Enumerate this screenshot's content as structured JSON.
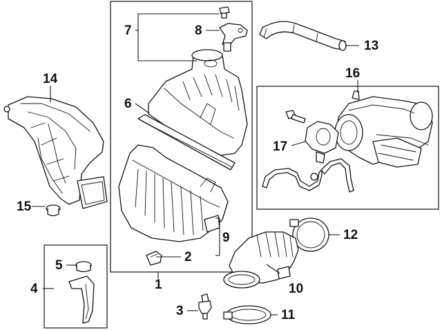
{
  "callouts": {
    "c1": "1",
    "c2": "2",
    "c3": "3",
    "c4": "4",
    "c5": "5",
    "c6": "6",
    "c7": "7",
    "c8": "8",
    "c9": "9",
    "c10": "10",
    "c11": "11",
    "c12": "12",
    "c13": "13",
    "c14": "14",
    "c15": "15",
    "c16": "16",
    "c17": "17"
  },
  "parts": [
    {
      "callout": "1",
      "icon": "air-cleaner-assembly"
    },
    {
      "callout": "2",
      "icon": "fastener-clip"
    },
    {
      "callout": "3",
      "icon": "sensor"
    },
    {
      "callout": "4",
      "icon": "mounting-bracket"
    },
    {
      "callout": "5",
      "icon": "grommet"
    },
    {
      "callout": "6",
      "icon": "filter-element"
    },
    {
      "callout": "7",
      "icon": "upper-housing"
    },
    {
      "callout": "8",
      "icon": "airflow-sensor"
    },
    {
      "callout": "9",
      "icon": "lower-housing"
    },
    {
      "callout": "10",
      "icon": "intake-tube"
    },
    {
      "callout": "11",
      "icon": "hose-clamp"
    },
    {
      "callout": "12",
      "icon": "hose-clamp"
    },
    {
      "callout": "13",
      "icon": "breather-hose"
    },
    {
      "callout": "14",
      "icon": "air-duct"
    },
    {
      "callout": "15",
      "icon": "grommet"
    },
    {
      "callout": "16",
      "icon": "throttle-body-assembly"
    },
    {
      "callout": "17",
      "icon": "throttle-body"
    }
  ]
}
